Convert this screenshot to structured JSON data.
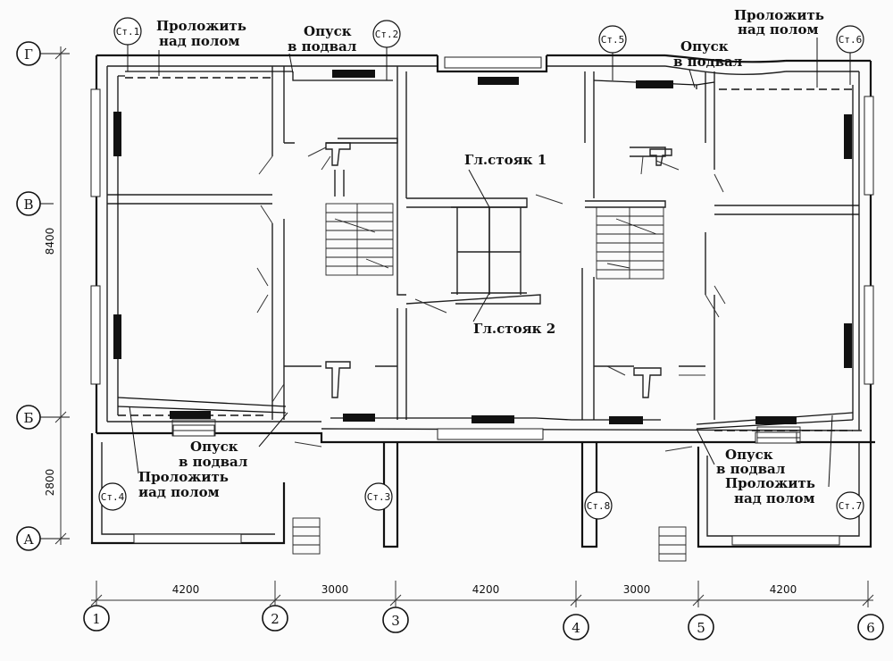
{
  "risers": [
    {
      "id": "st1",
      "label": "Ст.1"
    },
    {
      "id": "st2",
      "label": "Ст.2"
    },
    {
      "id": "st3",
      "label": "Ст.3"
    },
    {
      "id": "st4",
      "label": "Ст.4"
    },
    {
      "id": "st5",
      "label": "Ст.5"
    },
    {
      "id": "st6",
      "label": "Ст.6"
    },
    {
      "id": "st7",
      "label": "Ст.7"
    },
    {
      "id": "st8",
      "label": "Ст.8"
    }
  ],
  "notes": {
    "lay_above_floor_1_line1": "Проложить",
    "lay_above_floor_1_line2": "над полом",
    "descend_basement_1_line1": "Опуск",
    "descend_basement_1_line2": "в подвал",
    "lay_above_floor_2_line1": "Проложить",
    "lay_above_floor_2_line2": "над полом",
    "descend_basement_2_line1": "Опуск",
    "descend_basement_2_line2": "в подвал",
    "descend_basement_3_line1": "Опуск",
    "descend_basement_3_line2": "в подвал",
    "lay_above_floor_3_line1": "Проложить",
    "lay_above_floor_3_line2": "иад полом",
    "descend_basement_4_line1": "Опуск",
    "descend_basement_4_line2": "в подвал",
    "lay_above_floor_4_line1": "Проложить",
    "lay_above_floor_4_line2": "над полом",
    "main_riser_1": "Гл.стояк 1",
    "main_riser_2": "Гл.стояк 2"
  },
  "row_axes": {
    "g": "Г",
    "v": "В",
    "b": "Б",
    "a": "А"
  },
  "col_axes": {
    "c1": "1",
    "c2": "2",
    "c3": "3",
    "c4": "4",
    "c5": "5",
    "c6": "6"
  },
  "vertical_dims": {
    "upper": "8400",
    "lower": "2800"
  },
  "horizontal_dims": {
    "d1": "4200",
    "d2": "3000",
    "d3": "4200",
    "d4": "3000",
    "d5": "4200"
  }
}
